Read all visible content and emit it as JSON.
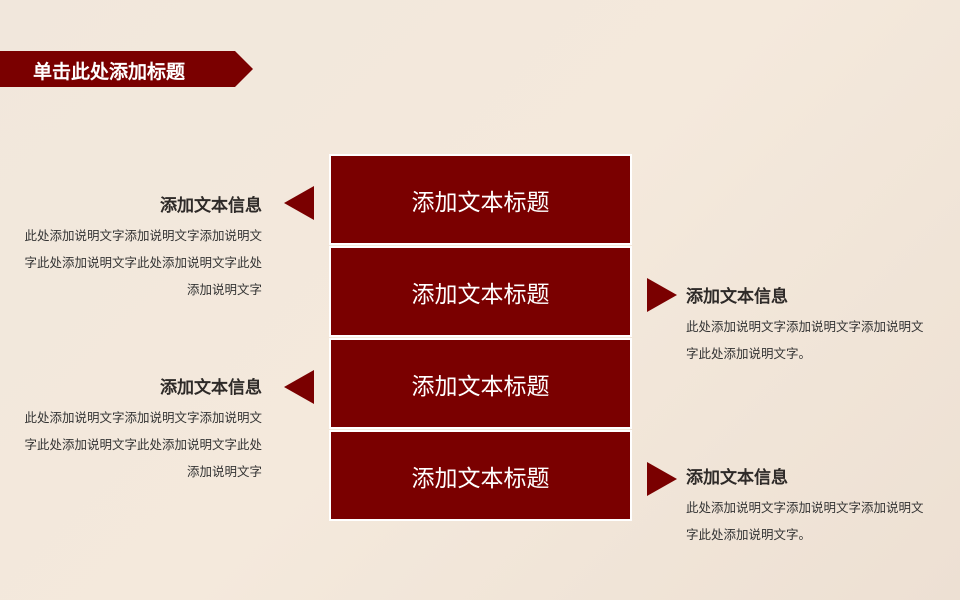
{
  "title": "单击此处添加标题",
  "boxes": [
    "添加文本标题",
    "添加文本标题",
    "添加文本标题",
    "添加文本标题"
  ],
  "info": [
    {
      "heading": "添加文本信息",
      "body": "此处添加说明文字添加说明文字添加说明文字此处添加说明文字此处添加说明文字此处添加说明文字"
    },
    {
      "heading": "添加文本信息",
      "body": "此处添加说明文字添加说明文字添加说明文字此处添加说明文字。"
    },
    {
      "heading": "添加文本信息",
      "body": "此处添加说明文字添加说明文字添加说明文字此处添加说明文字此处添加说明文字此处添加说明文字"
    },
    {
      "heading": "添加文本信息",
      "body": "此处添加说明文字添加说明文字添加说明文字此处添加说明文字。"
    }
  ],
  "colors": {
    "accent": "#7a0000"
  }
}
